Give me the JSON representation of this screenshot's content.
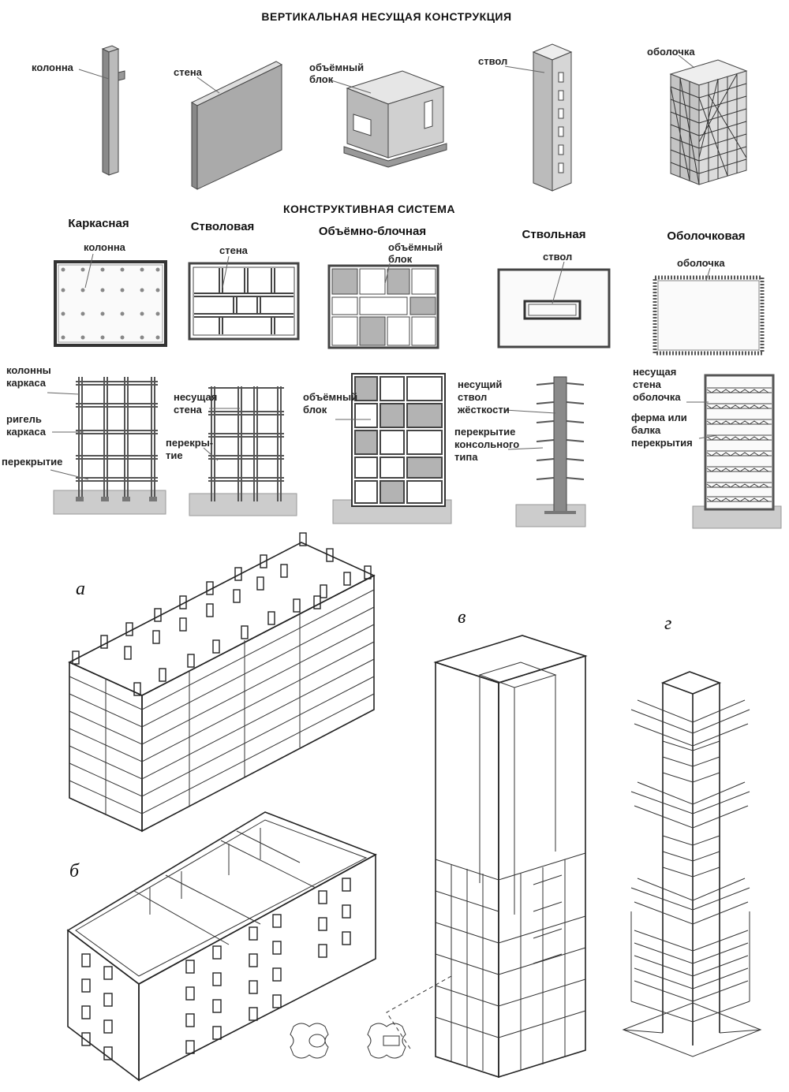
{
  "section1": {
    "title": "ВЕРТИКАЛЬНАЯ НЕСУЩАЯ КОНСТРУКЦИЯ",
    "items": [
      "колонна",
      "стена",
      "объёмный блок",
      "ствол",
      "оболочка"
    ]
  },
  "section2": {
    "title": "КОНСТРУКТИВНАЯ СИСТЕМА",
    "systems": [
      "Каркасная",
      "Стволовая",
      "Объёмно-блочная",
      "Ствольная",
      "Оболочковая"
    ],
    "plan_labels": [
      "колонна",
      "стена",
      "объёмный блок",
      "ствол",
      "оболочка"
    ],
    "elevation_labels": {
      "frame": [
        "колонны каркаса",
        "ригель каркаса",
        "перекрытие"
      ],
      "wall": [
        "несущая стена",
        "перекры-тие"
      ],
      "block": [
        "объёмный блок"
      ],
      "core": [
        "несущий ствол жёсткости",
        "перекрытие консольного типа"
      ],
      "shell": [
        "несущая стена оболочка",
        "ферма или балка перекрытия"
      ]
    }
  },
  "section3": {
    "letters": [
      "а",
      "б",
      "в",
      "г"
    ]
  },
  "colors": {
    "ink": "#222222",
    "fill_gray": "#a8a8a8",
    "fill_light": "#d9d9d9",
    "block_gray": "#b3b3b3"
  }
}
